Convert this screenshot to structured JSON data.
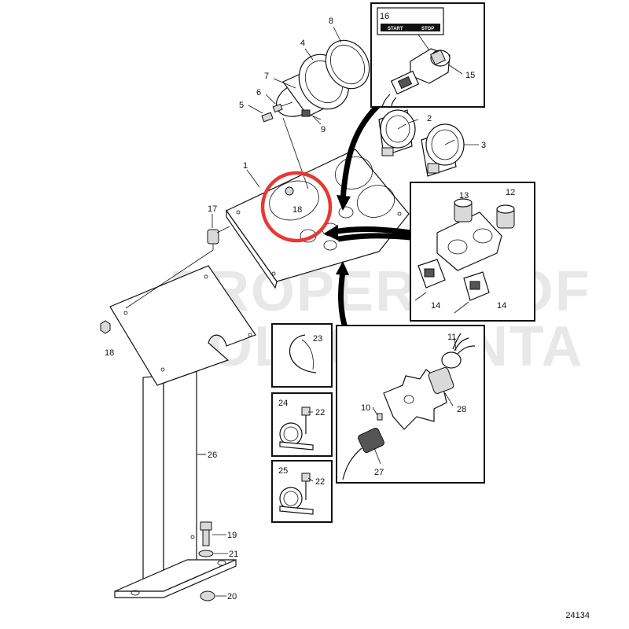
{
  "figure_number": "24134",
  "watermark": [
    "PROPERTY OF",
    "VOLVO PENTA"
  ],
  "panel_16": {
    "start_label": "START",
    "stop_label": "STOP"
  },
  "callouts": {
    "c1": "1",
    "c2": "2",
    "c3": "3",
    "c4": "4",
    "c5": "5",
    "c6": "6",
    "c7": "7",
    "c8": "8",
    "c9": "9",
    "c10": "10",
    "c11": "11",
    "c12": "12",
    "c13": "13",
    "c14a": "14",
    "c14b": "14",
    "c15": "15",
    "c16": "16",
    "c17": "17",
    "c18a": "18",
    "c18b": "18",
    "c19": "19",
    "c20": "20",
    "c21": "21",
    "c22a": "22",
    "c22b": "22",
    "c23": "23",
    "c24": "24",
    "c25": "25",
    "c26": "26",
    "c27": "27",
    "c28": "28"
  },
  "highlight_color": "#e53935"
}
